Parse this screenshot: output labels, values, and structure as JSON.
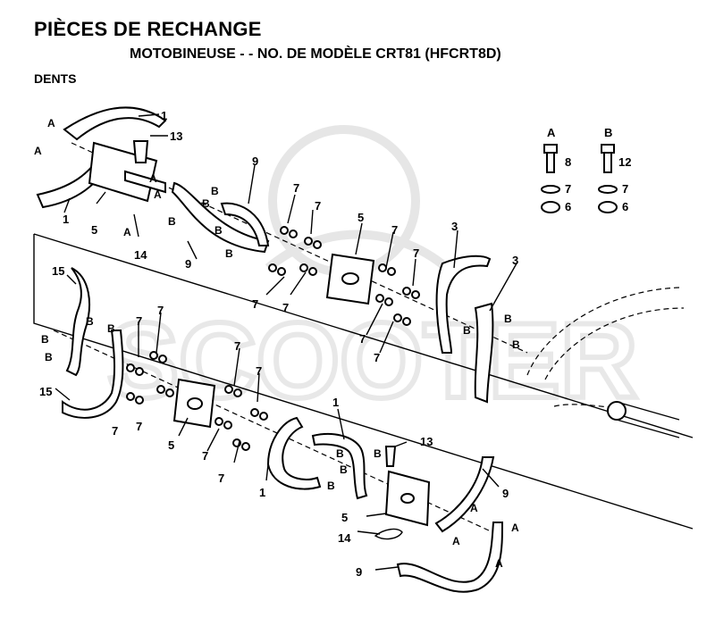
{
  "header": {
    "title": "PIÈCES DE RECHANGE",
    "subtitle": "MOTOBINEUSE - - NO.  DE MODÈLE CRT81 (HFCRT8D)",
    "section": "DENTS"
  },
  "watermark": {
    "text": "SCOOTER",
    "color": "#e6e6e6"
  },
  "legend": {
    "A": {
      "letter": "A",
      "bolt": "8",
      "washer": "7",
      "nut": "6"
    },
    "B": {
      "letter": "B",
      "bolt": "12",
      "washer": "7",
      "nut": "6"
    }
  },
  "labels": {
    "n1": "1",
    "n3": "3",
    "n5": "5",
    "n6": "6",
    "n7": "7",
    "n8": "8",
    "n9": "9",
    "n12": "12",
    "n13": "13",
    "n14": "14",
    "n15": "15",
    "a": "A",
    "b": "B"
  }
}
